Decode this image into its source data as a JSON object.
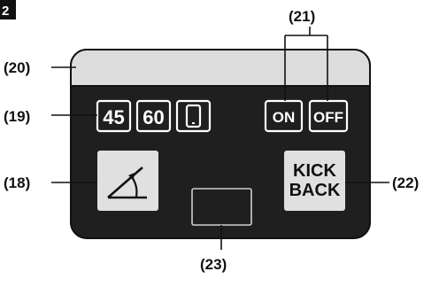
{
  "figure_number": "2",
  "callouts": {
    "c18": "(18)",
    "c19": "(19)",
    "c20": "(20)",
    "c21": "(21)",
    "c22": "(22)",
    "c23": "(23)"
  },
  "keys": {
    "angle_45": "45",
    "angle_60": "60",
    "on": "ON",
    "off": "OFF",
    "kickback_line1": "KICK",
    "kickback_line2": "BACK"
  },
  "icons": {
    "mobile": "mobile-phone-icon",
    "bevel": "bevel-angle-icon"
  },
  "colors": {
    "panel": "#1f1f1f",
    "display": "#dcdcdc",
    "button": "#e0e0e0",
    "ink": "#111111"
  }
}
